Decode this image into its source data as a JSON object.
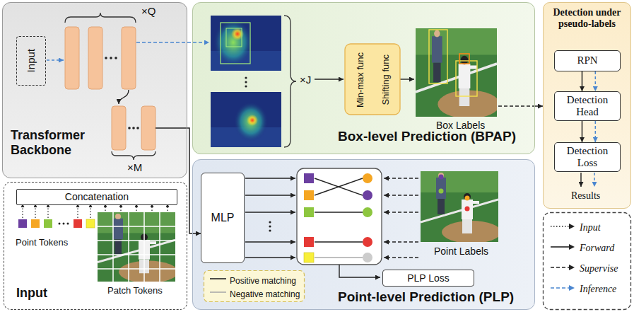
{
  "diagram": {
    "nodes": [
      {
        "text": [
          "Transformer Backbone"
        ]
      },
      {
        "text": [
          "Input"
        ],
        "in": 0
      },
      {
        "text": [
          "Input"
        ]
      },
      {
        "text": [
          "Concatenation"
        ],
        "in": 2
      },
      {
        "text": [
          "Box-level Prediction (BPAP)"
        ]
      },
      {
        "text": [
          "Min-max func"
        ],
        "in": 4
      },
      {
        "text": [
          "Shifting func"
        ],
        "in": 4
      },
      {
        "text": [
          "Point-level Prediction (PLP)"
        ]
      },
      {
        "text": [
          "MLP"
        ],
        "in": 7
      },
      {
        "text": [
          "PLP Loss"
        ],
        "in": 7
      },
      {
        "text": [
          "Detection under pseudo-labels"
        ]
      },
      {
        "text": [
          "RPN"
        ],
        "in": 10
      },
      {
        "text": [
          "Detection Head"
        ],
        "in": 10
      },
      {
        "text": [
          "Detection Loss"
        ],
        "in": 10
      }
    ],
    "edges": [
      {
        "from": 0,
        "to": 8,
        "arrow": "to"
      },
      {
        "from": 4,
        "to": 10,
        "arrow": "to"
      },
      {
        "from": 11,
        "to": 12,
        "arrow": "to"
      },
      {
        "from": 11,
        "to": 12,
        "arrow": "to"
      },
      {
        "from": 12,
        "to": 13,
        "arrow": "to"
      },
      {
        "from": 12,
        "to": 13,
        "arrow": "to"
      }
    ],
    "labels": [
      "×Q",
      "×M",
      "×J",
      "Box Labels",
      "Point Tokens",
      "Patch Tokens",
      "Point Labels",
      "Results"
    ],
    "legend": [
      {
        "text": "Positive matching"
      },
      {
        "text": "Negative matching"
      },
      {
        "text": "Input"
      },
      {
        "text": "Forward"
      },
      {
        "text": "Supervise"
      },
      {
        "text": "Inference"
      }
    ]
  }
}
